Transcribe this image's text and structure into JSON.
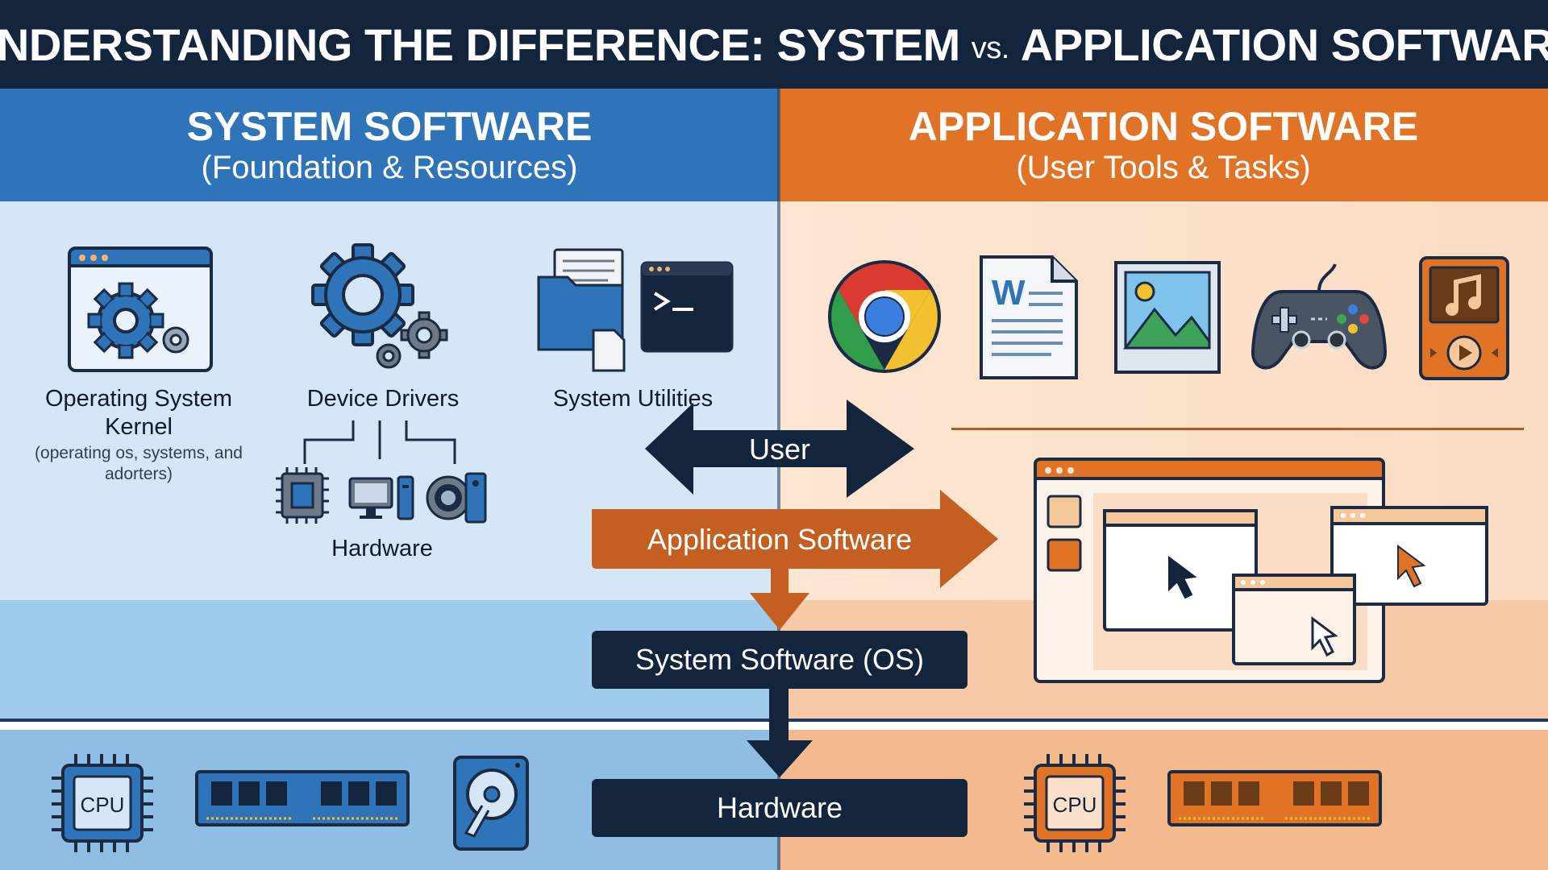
{
  "title": {
    "part1": "UNDERSTANDING THE DIFFERENCE: SYSTEM",
    "vs": "vs.",
    "part2": "APPLICATION SOFTWARE"
  },
  "system": {
    "title": "SYSTEM SOFTWARE",
    "subtitle": "(Foundation & Resources)",
    "items": [
      {
        "label": "Operating System Kernel",
        "note": "(operating os, systems, and adorters)",
        "icon": "os-window-gear-icon"
      },
      {
        "label": "Device Drivers",
        "icon": "gears-icon"
      },
      {
        "label": "System Utilities",
        "icon": "folder-terminal-icon"
      }
    ],
    "hardware_label": "Hardware",
    "bottom_icons": [
      "CPU"
    ]
  },
  "application": {
    "title": "APPLICATION SOFTWARE",
    "subtitle": "(User Tools & Tasks)",
    "icons": [
      "chrome-browser-icon",
      "word-document-icon",
      "image-viewer-icon",
      "gamepad-icon",
      "music-player-icon"
    ],
    "doc_letter": "W",
    "bottom_icons": [
      "CPU"
    ]
  },
  "flow": {
    "user": "User",
    "application_software": "Application Software",
    "system_software": "System Software (OS)",
    "hardware": "Hardware"
  },
  "colors": {
    "navy": "#13243d",
    "system_blue": "#2f73b8",
    "application_orange": "#e07326"
  }
}
